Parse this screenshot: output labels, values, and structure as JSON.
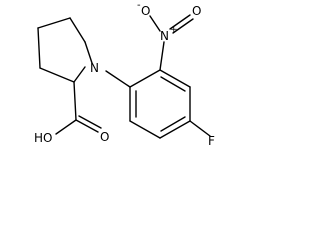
{
  "molecule": {
    "atoms": {
      "nitrogen_ring": "N",
      "nitro_nitrogen": "N",
      "nitro_plus": "+",
      "nitro_oxygen_double": "O",
      "nitro_oxygen_single": "O",
      "nitro_minus": "-",
      "fluorine": "F",
      "hydroxyl": "HO",
      "carbonyl_oxygen": "O"
    }
  },
  "colors": {
    "bond": "#000000",
    "background": "#ffffff"
  }
}
